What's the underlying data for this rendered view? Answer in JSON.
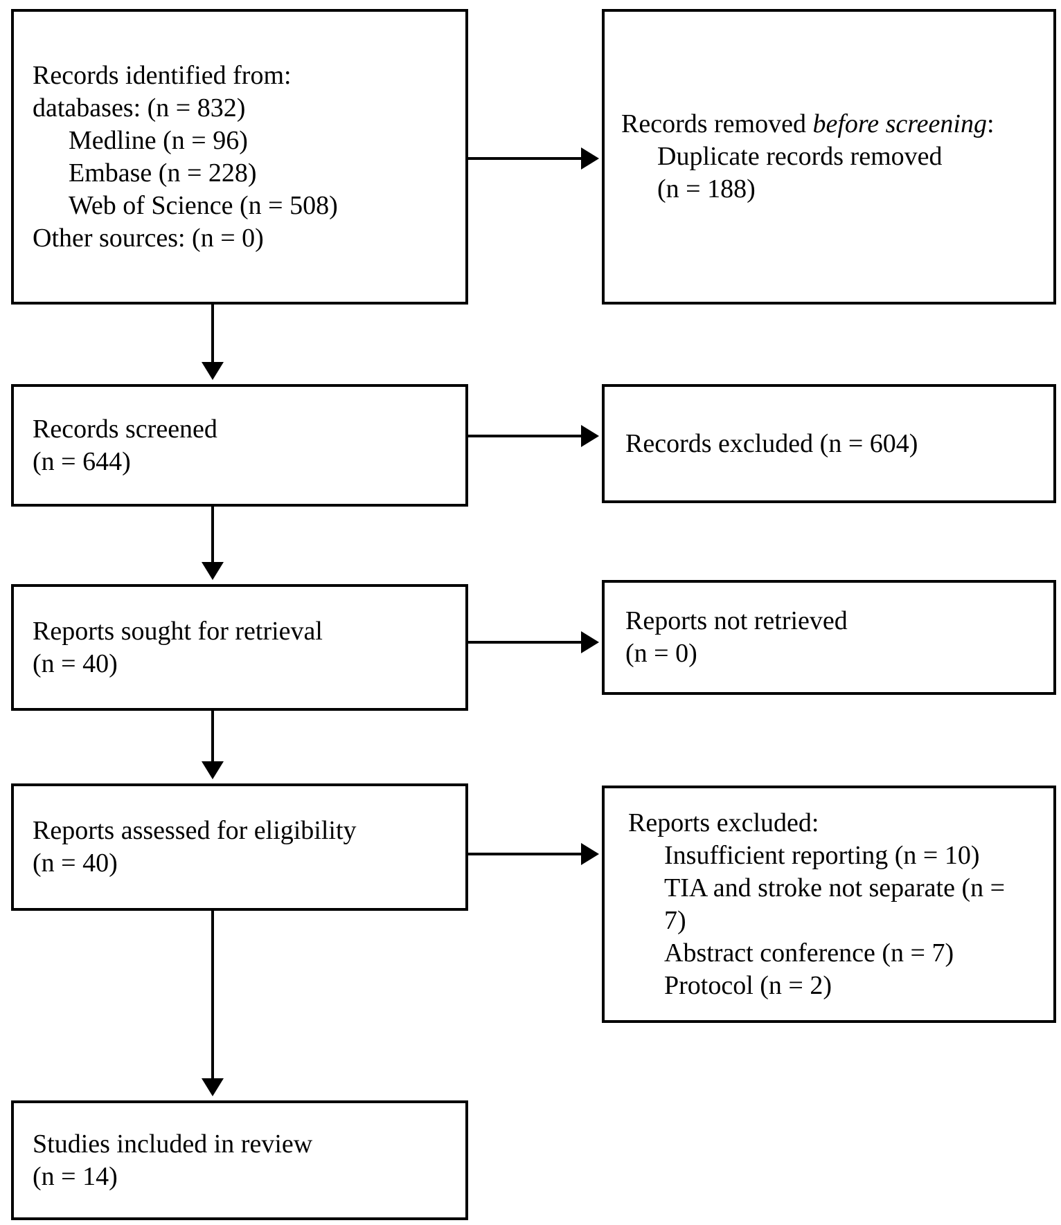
{
  "diagram": {
    "type": "prisma-flow",
    "colors": {
      "background": "#ffffff",
      "line": "#000000",
      "text": "#000000"
    },
    "boxes": {
      "identification": {
        "lines": [
          "Records identified from:",
          "databases: (n = 832)",
          "Medline (n = 96)",
          "Embase (n = 228)",
          "Web of Science (n = 508)",
          "Other sources: (n = 0)"
        ]
      },
      "removed_before_screening": {
        "line1_prefix": "Records removed ",
        "line1_italic": "before screening",
        "line1_suffix": ":",
        "lines": [
          "Duplicate records removed",
          "(n = 188)"
        ]
      },
      "screened": {
        "lines": [
          "Records screened",
          "(n = 644)"
        ]
      },
      "records_excluded": {
        "lines": [
          "Records excluded (n = 604)"
        ]
      },
      "sought_for_retrieval": {
        "lines": [
          "Reports sought for retrieval",
          "(n = 40)"
        ]
      },
      "not_retrieved": {
        "lines": [
          "Reports not retrieved",
          "(n = 0)"
        ]
      },
      "assessed_for_eligibility": {
        "lines": [
          "Reports assessed for eligibility",
          "(n = 40)"
        ]
      },
      "reports_excluded": {
        "lines": [
          "Reports excluded:",
          "Insufficient reporting (n = 10)",
          "TIA and stroke not separate (n =",
          "7)",
          "Abstract conference (n = 7)",
          "Protocol (n = 2)"
        ]
      },
      "included_in_review": {
        "lines": [
          "Studies included in review",
          "(n = 14)"
        ]
      }
    }
  }
}
